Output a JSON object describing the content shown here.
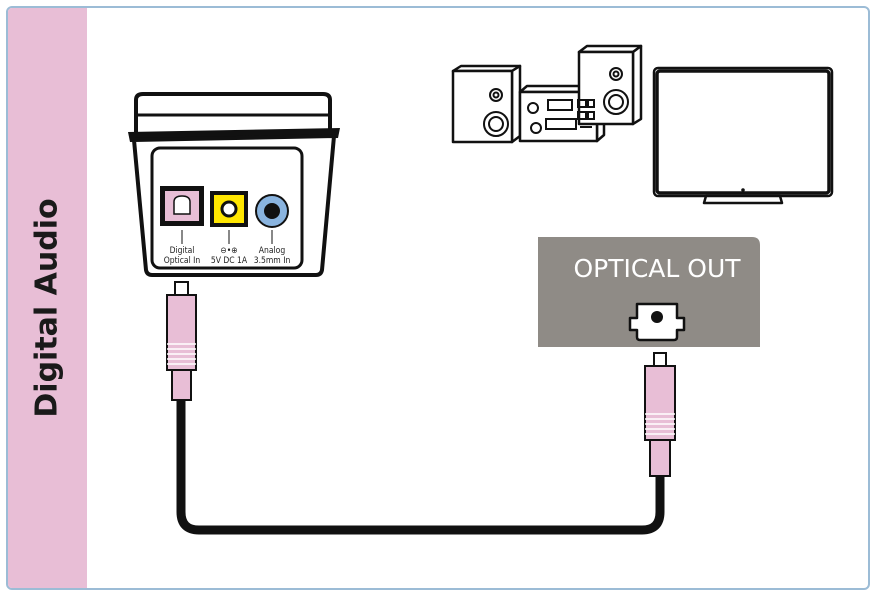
{
  "sidebar": {
    "title": "Digital Audio"
  },
  "device": {
    "ports": [
      {
        "line1": "Digital",
        "line2": "Optical In"
      },
      {
        "line1": "⊖•⊕",
        "line2": "5V DC  1A"
      },
      {
        "line1": "Analog",
        "line2": "3.5mm In"
      }
    ]
  },
  "optical_panel": {
    "title": "OPTICAL OUT"
  },
  "colors": {
    "sidebar": "#e8bed6",
    "border": "#9cbcd6",
    "connector_pink": "#e8bed6",
    "panel_gray": "#8f8b86",
    "power_port_yellow": "#ffe600",
    "analog_port_blue": "#8ab4df"
  }
}
